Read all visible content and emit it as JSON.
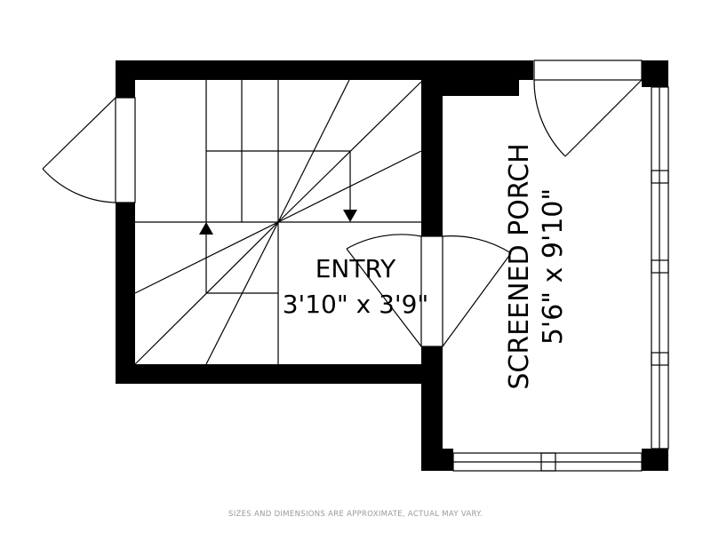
{
  "rooms": {
    "entry": {
      "name": "ENTRY",
      "dims": "3'10\" x 3'9\""
    },
    "porch": {
      "name": "SCREENED PORCH",
      "dims": "5'6\" x 9'10\""
    }
  },
  "footnote": "SIZES AND DIMENSIONS ARE APPROXIMATE, ACTUAL MAY VARY.",
  "colors": {
    "wall": "#000000",
    "line": "#000000",
    "background": "#ffffff",
    "footnote": "#9a9a9a"
  }
}
